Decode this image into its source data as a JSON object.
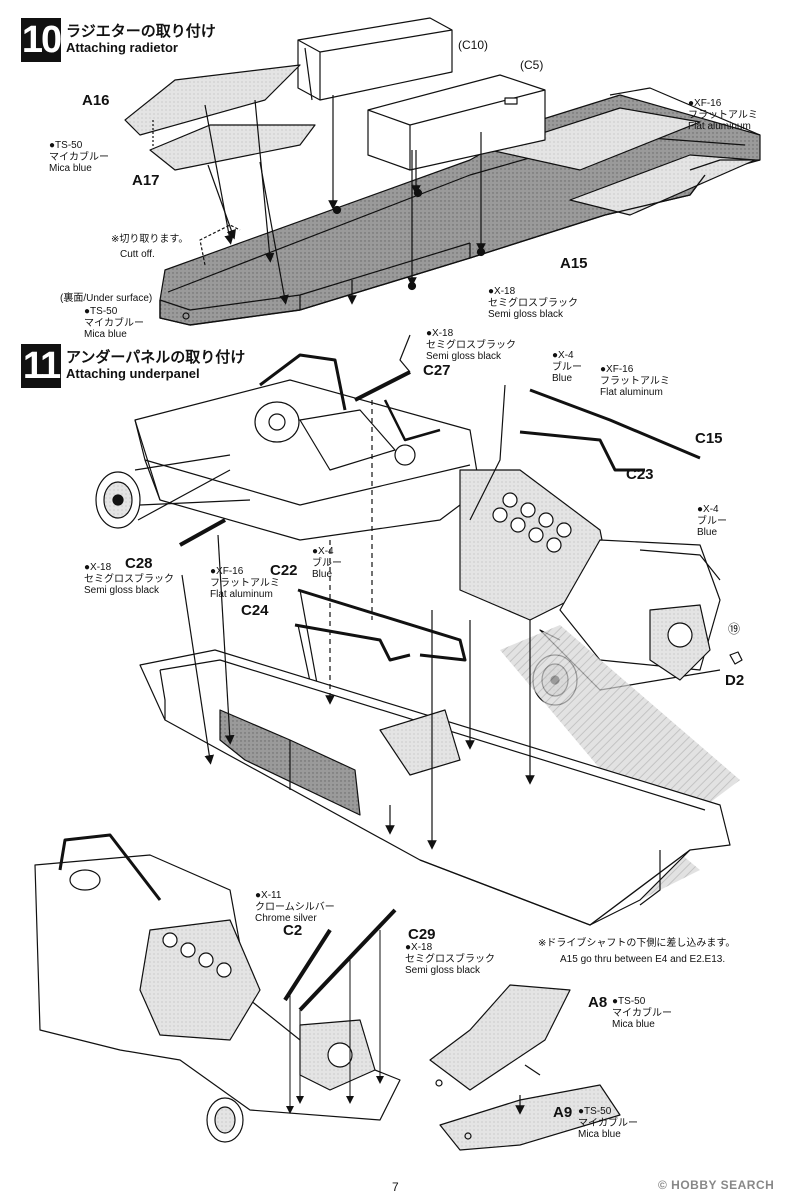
{
  "steps": [
    {
      "number": "10",
      "title_jp": "ラジエターの取り付け",
      "title_en": "Attaching radietor"
    },
    {
      "number": "11",
      "title_jp": "アンダーパネルの取り付け",
      "title_en": "Attaching underpanel"
    }
  ],
  "parts": {
    "c10": "(C10)",
    "c5": "(C5)",
    "a16": "A16",
    "a17": "A17",
    "a15": "A15",
    "c27": "C27",
    "c15": "C15",
    "c23": "C23",
    "c28": "C28",
    "c22": "C22",
    "c24": "C24",
    "d2": "D2",
    "c2": "C2",
    "c29": "C29",
    "a8": "A8",
    "a9": "A9",
    "circled19": "⑲"
  },
  "paints": {
    "ts50_top": {
      "code": "●TS-50",
      "jp": "マイカブルー",
      "en": "Mica blue"
    },
    "xf16_top": {
      "code": "●XF-16",
      "jp": "フラットアルミ",
      "en": "Flat aluminum"
    },
    "x18_top": {
      "code": "●X-18",
      "jp": "セミグロスブラック",
      "en": "Semi gloss black"
    },
    "ts50_under": {
      "code": "●TS-50",
      "jp": "マイカブルー",
      "en": "Mica blue"
    },
    "x18_c27": {
      "code": "●X-18",
      "jp": "セミグロスブラック",
      "en": "Semi gloss black"
    },
    "x4_top": {
      "code": "●X-4",
      "jp": "ブルー",
      "en": "Blue"
    },
    "xf16_c15": {
      "code": "●XF-16",
      "jp": "フラットアルミ",
      "en": "Flat aluminum"
    },
    "x4_right": {
      "code": "●X-4",
      "jp": "ブルー",
      "en": "Blue"
    },
    "x18_c28": {
      "code": "●X-18",
      "jp": "セミグロスブラック",
      "en": "Semi gloss black"
    },
    "xf16_mid": {
      "code": "●XF-16",
      "jp": "フラットアルミ",
      "en": "Flat aluminum"
    },
    "x4_c22": {
      "code": "●X-4",
      "jp": "ブルー",
      "en": "Blue"
    },
    "x11": {
      "code": "●X-11",
      "jp": "クロームシルバー",
      "en": "Chrome silver"
    },
    "x18_c29": {
      "code": "●X-18",
      "jp": "セミグロスブラック",
      "en": "Semi gloss black"
    },
    "ts50_a8": {
      "code": "●TS-50",
      "jp": "マイカブルー",
      "en": "Mica blue"
    },
    "ts50_a9": {
      "code": "●TS-50",
      "jp": "マイカブルー",
      "en": "Mica blue"
    }
  },
  "notes": {
    "cutoff_jp": "※切り取ります。",
    "cutoff_en": "Cutt off.",
    "under_surface": "(裏面/Under surface)",
    "driveshaft_jp": "※ドライブシャフトの下側に差し込みます。",
    "driveshaft_en": "A15 go thru between E4 and E2.E13."
  },
  "page_number": "7",
  "watermark": "© HOBBY SEARCH",
  "colors": {
    "ink": "#111111",
    "plate": "#555555",
    "tint": "#bbbbbb"
  }
}
